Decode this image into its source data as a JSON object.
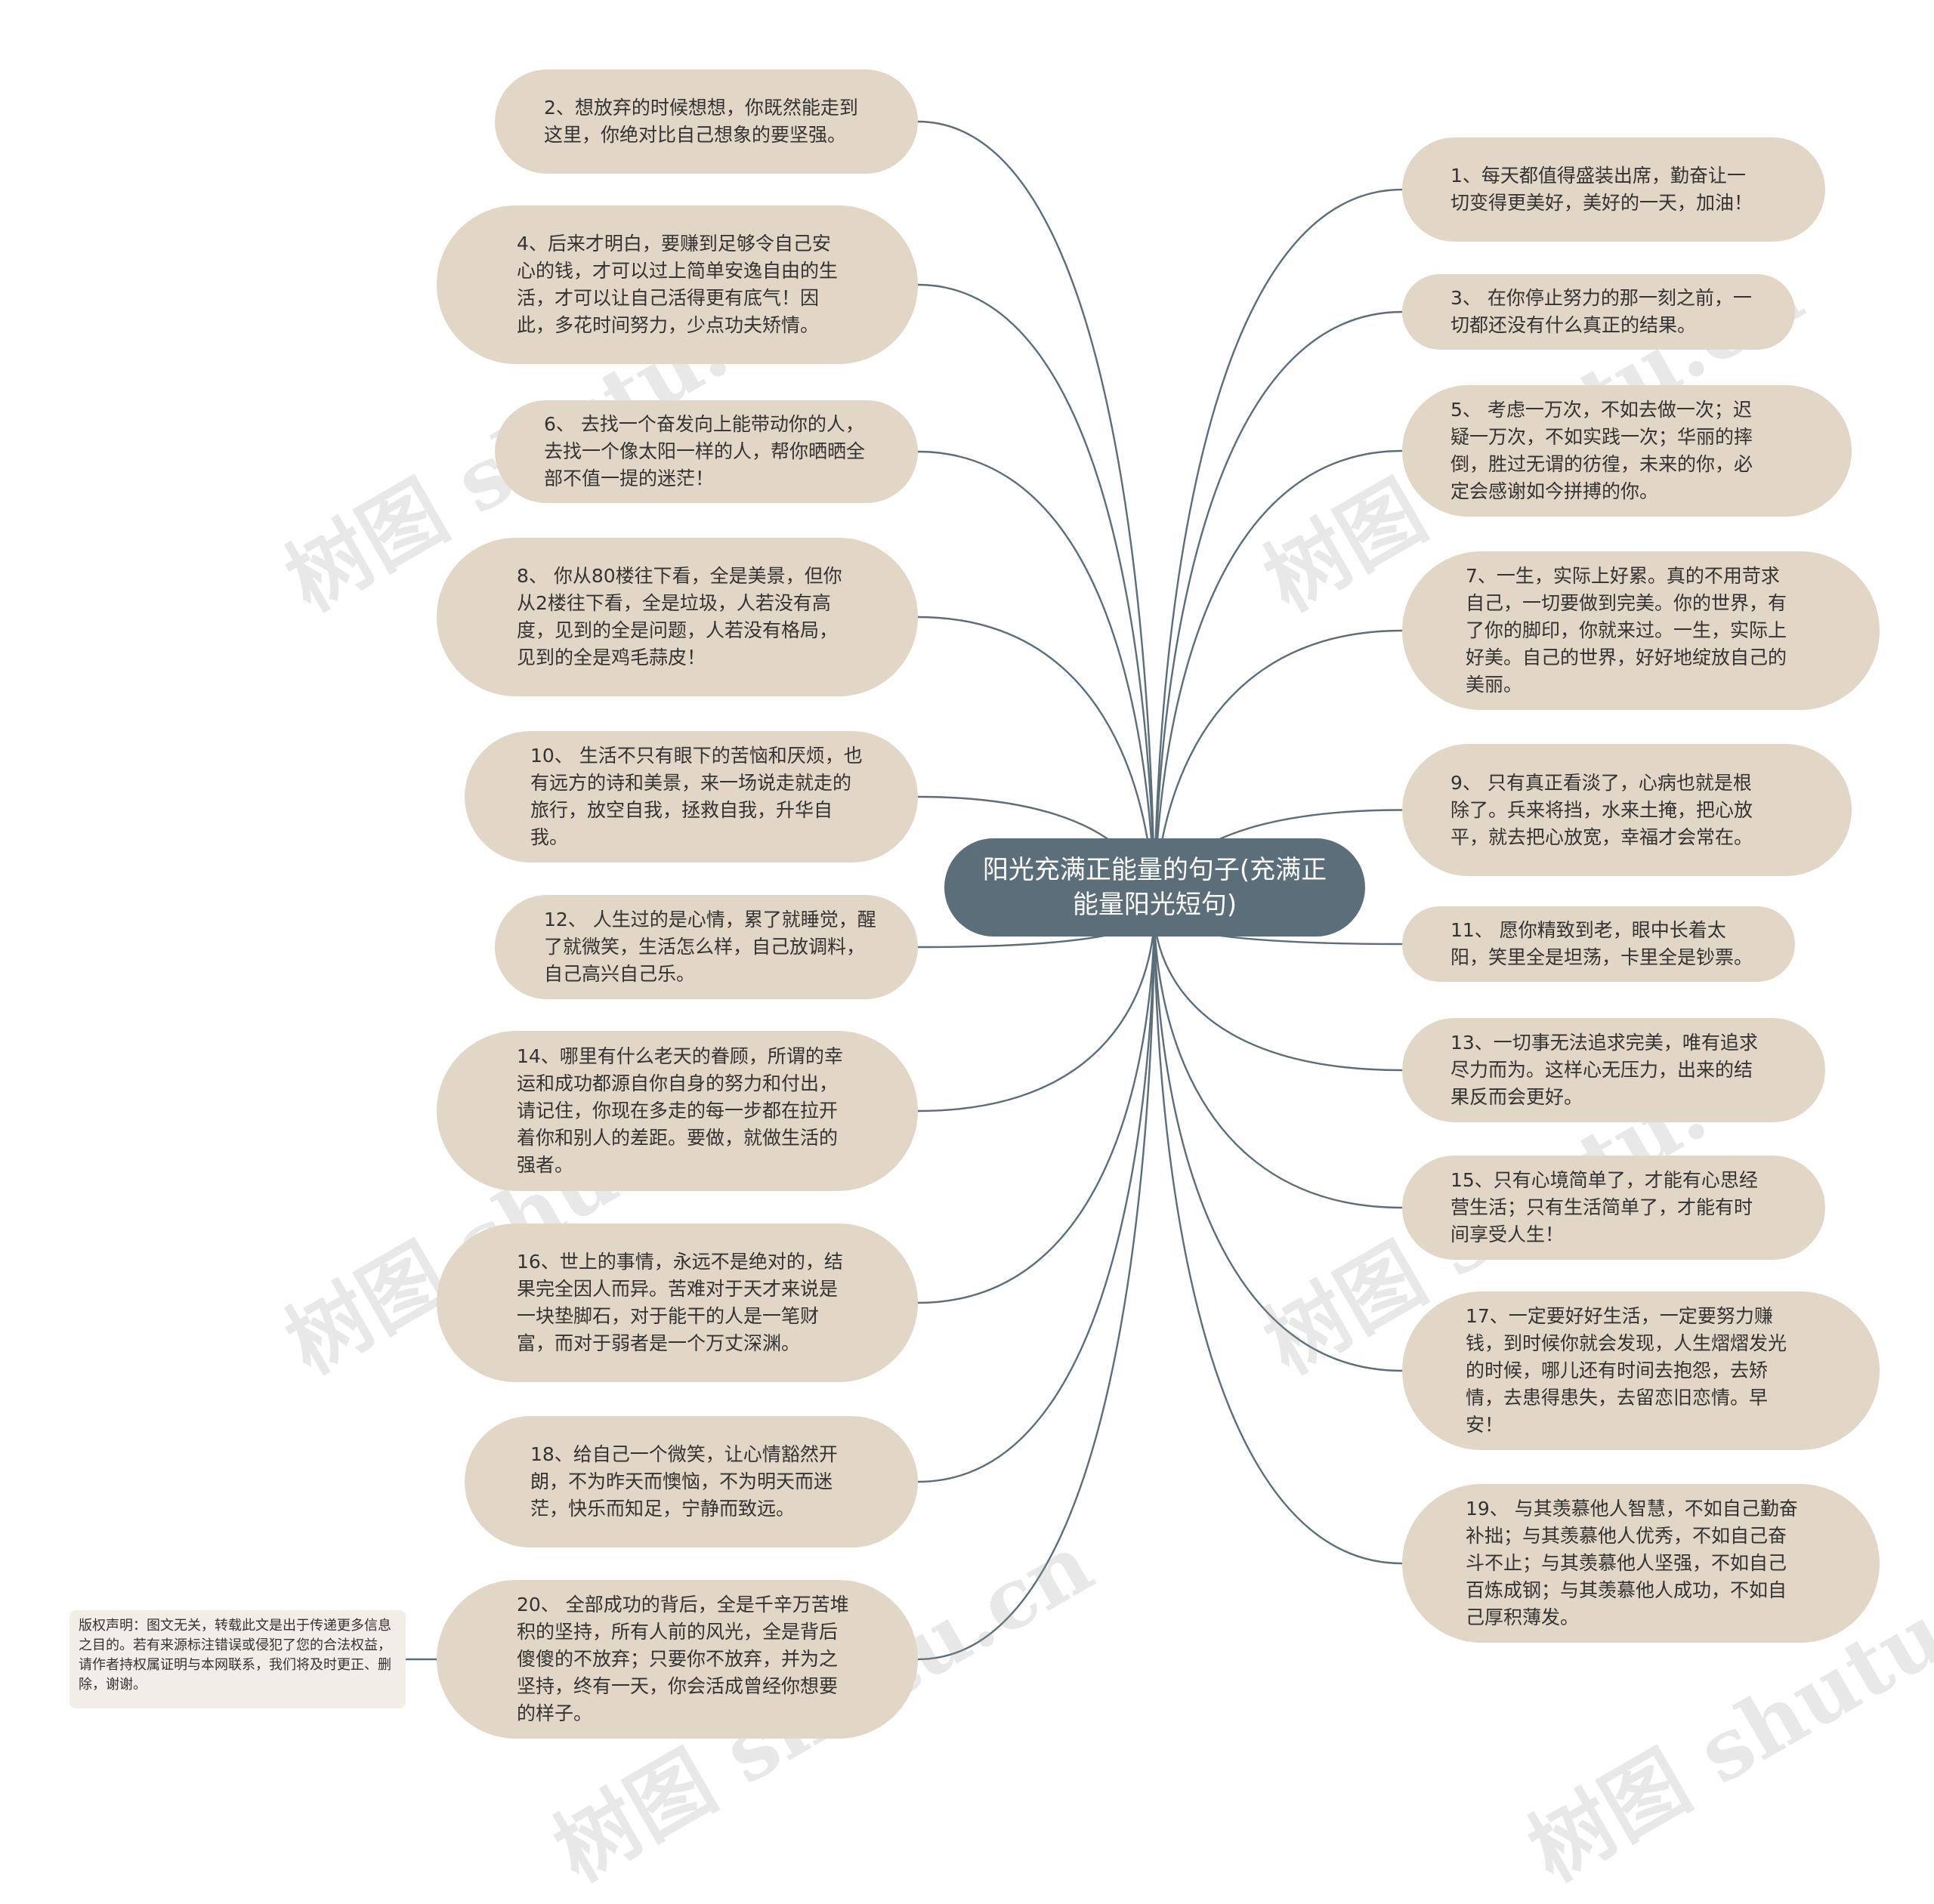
{
  "root": {
    "label": "阳光充满正能量的句子(充满正能量阳光短句)"
  },
  "left_nodes": [
    {
      "text": "2、想放弃的时候想想，你既然能走到这里，你绝对比自己想象的要坚强。"
    },
    {
      "text": "4、后来才明白，要赚到足够令自己安心的钱，才可以过上简单安逸自由的生活，才可以让自己活得更有底气！因此，多花时间努力，少点功夫矫情。"
    },
    {
      "text": "6、 去找一个奋发向上能带动你的人，去找一个像太阳一样的人，帮你晒晒全部不值一提的迷茫！"
    },
    {
      "text": "8、 你从80楼往下看，全是美景，但你从2楼往下看，全是垃圾，人若没有高度，见到的全是问题，人若没有格局，见到的全是鸡毛蒜皮！"
    },
    {
      "text": "10、 生活不只有眼下的苦恼和厌烦，也有远方的诗和美景，来一场说走就走的旅行，放空自我，拯救自我，升华自我。"
    },
    {
      "text": "12、 人生过的是心情，累了就睡觉，醒了就微笑，生活怎么样，自己放调料，自己高兴自己乐。"
    },
    {
      "text": "14、哪里有什么老天的眷顾，所谓的幸运和成功都源自你自身的努力和付出，请记住，你现在多走的每一步都在拉开着你和别人的差距。要做，就做生活的强者。"
    },
    {
      "text": "16、世上的事情，永远不是绝对的，结果完全因人而异。苦难对于天才来说是一块垫脚石，对于能干的人是一笔财富，而对于弱者是一个万丈深渊。"
    },
    {
      "text": "18、给自己一个微笑，让心情豁然开朗，不为昨天而懊恼，不为明天而迷茫，快乐而知足，宁静而致远。"
    },
    {
      "text": "20、 全部成功的背后，全是千辛万苦堆积的坚持，所有人前的风光，全是背后傻傻的不放弃；只要你不放弃，并为之坚持，终有一天，你会活成曾经你想要的样子。"
    }
  ],
  "right_nodes": [
    {
      "text": "1、每天都值得盛装出席，勤奋让一切变得更美好，美好的一天，加油！"
    },
    {
      "text": "3、 在你停止努力的那一刻之前，一切都还没有什么真正的结果。"
    },
    {
      "text": "5、 考虑一万次，不如去做一次；迟疑一万次，不如实践一次；华丽的摔倒，胜过无谓的彷徨，未来的你，必定会感谢如今拼搏的你。"
    },
    {
      "text": "7、一生，实际上好累。真的不用苛求自己，一切要做到完美。你的世界，有了你的脚印，你就来过。一生，实际上好美。自己的世界，好好地绽放自己的美丽。"
    },
    {
      "text": "9、 只有真正看淡了，心病也就是根除了。兵来将挡，水来土掩，把心放平，就去把心放宽，幸福才会常在。"
    },
    {
      "text": "11、 愿你精致到老，眼中长着太阳，笑里全是坦荡，卡里全是钞票。"
    },
    {
      "text": "13、一切事无法追求完美，唯有追求尽力而为。这样心无压力，出来的结果反而会更好。"
    },
    {
      "text": "15、只有心境简单了，才能有心思经营生活；只有生活简单了，才能有时间享受人生！"
    },
    {
      "text": "17、一定要好好生活，一定要努力赚钱，到时候你就会发现，人生熠熠发光的时候，哪儿还有时间去抱怨，去矫情，去患得患失，去留恋旧恋情。早安！"
    },
    {
      "text": "19、 与其羡慕他人智慧，不如自己勤奋补拙；与其羡慕他人优秀，不如自己奋斗不止；与其羡慕他人坚强，不如自己百炼成钢；与其羡慕他人成功，不如自己厚积薄发。"
    }
  ],
  "copyright": {
    "text": "版权声明：图文无关，转载此文是出于传递更多信息之目的。若有来源标注错误或侵犯了您的合法权益，请作者持权属证明与本网联系，我们将及时更正、删除，谢谢。"
  },
  "watermark": {
    "text": "树图 shutu.cn"
  },
  "colors": {
    "node_fill": "#e2d7c6",
    "root_fill": "#5b6e79",
    "edge": "#5b6e79",
    "text": "#333333"
  }
}
